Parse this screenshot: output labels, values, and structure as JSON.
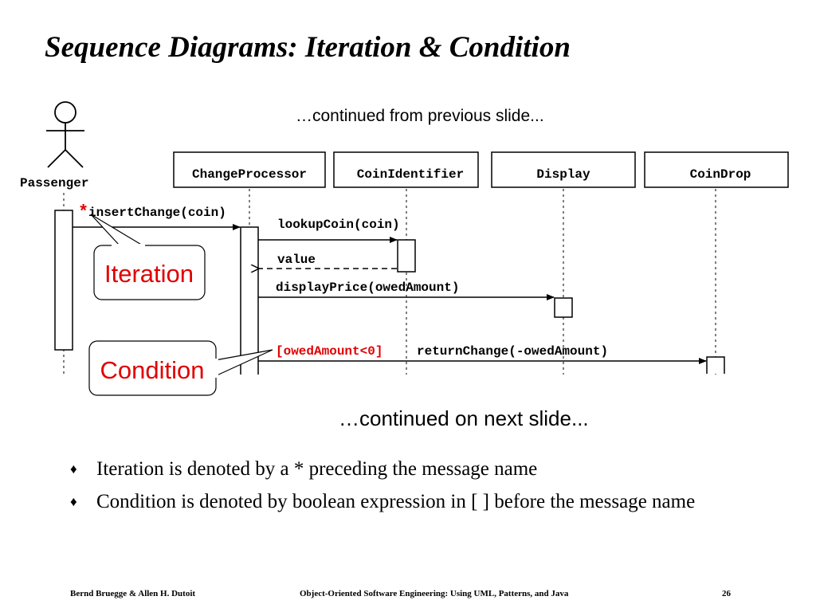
{
  "slide": {
    "title": "Sequence Diagrams: Iteration & Condition",
    "subtitle": "…continued from previous slide...",
    "continued": "…continued on next slide..."
  },
  "diagram": {
    "actor": "Passenger",
    "objects": [
      "ChangeProcessor",
      "CoinIdentifier",
      "Display",
      "CoinDrop"
    ],
    "messages": {
      "iteration_marker": "*",
      "insert_change": "insertChange(coin)",
      "lookup_coin": "lookupCoin(coin)",
      "value": "value",
      "display_price": "displayPrice(owedAmount)",
      "guard": "[owedAmount<0]",
      "return_change": "returnChange(-owedAmount)"
    },
    "callouts": {
      "iteration": "Iteration",
      "condition": "Condition"
    }
  },
  "bullets": [
    "Iteration is denoted by a * preceding the message name",
    "Condition is denoted by boolean expression in [ ] before the message name"
  ],
  "bullet_icon": "diamond-bullet-icon",
  "colors": {
    "accent_red": "#e00000"
  },
  "footer": {
    "authors": "Bernd Bruegge & Allen H. Dutoit",
    "book": "Object-Oriented Software Engineering: Using UML, Patterns, and Java",
    "page": "26"
  }
}
